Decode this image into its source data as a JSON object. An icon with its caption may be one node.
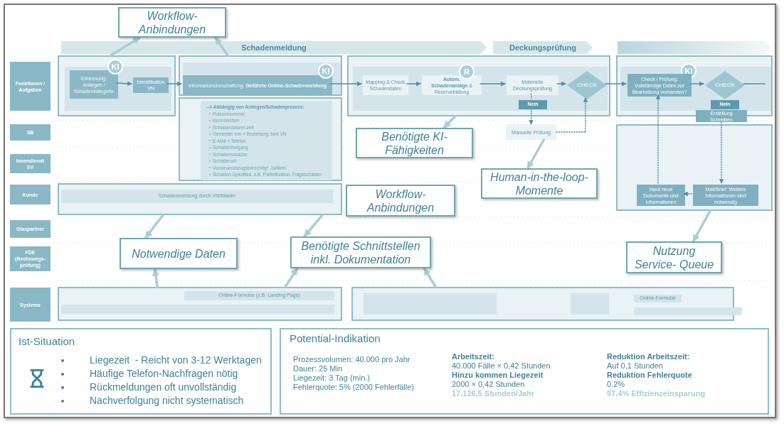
{
  "diagram": {
    "nodes": [
      {
        "text": [
          "Funktionen / Aufgaben"
        ]
      },
      {
        "text": [
          "SB"
        ]
      },
      {
        "text": [
          "Innendienst SV"
        ]
      },
      {
        "text": [
          "Kunde"
        ]
      },
      {
        "text": [
          "Glaspartner"
        ]
      },
      {
        "text": [
          "FDE (Rechnungs-prüfung)"
        ]
      },
      {
        "text": [
          "Systeme"
        ]
      },
      {
        "text": [
          "Schadenmeldung"
        ]
      },
      {
        "text": [
          "Deckungsprüfung"
        ]
      },
      {
        "text": [],
        "shape": "bar"
      },
      {
        "text": [],
        "shape": "box"
      },
      {
        "text": [
          "KI"
        ],
        "in": 10
      },
      {
        "text": [
          "Erkennung: Anliegen / Schadenkategorie"
        ],
        "in": 10
      },
      {
        "text": [
          "Identifikation VN"
        ],
        "in": 10
      },
      {
        "text": [],
        "shape": "box"
      },
      {
        "text": [
          "KI"
        ],
        "in": 14
      },
      {
        "text": [
          "Informationsbeschaffung: **Geführte Online-Schadenmeldung**"
        ],
        "in": 14
      },
      {
        "text": [],
        "shape": "box"
      },
      {
        "text": [
          "--> Abhängig von Anliegen/Schadenprozess:",
          "Policennummer",
          "Kennzeichen",
          "Schadendatum/-zeit",
          "Gemeldet von + Beziehung zum VN",
          "E-Mail + Telefon",
          "Schadenhergang",
          "Schadenursache",
          "Schadenort",
          "Vorsteuerabzugsberechtigt: Ja/Nein",
          "Schaden-Spezifika, z.B. Parksituation, Folgeschäden"
        ],
        "in": 17
      },
      {
        "text": [],
        "shape": "box"
      },
      {
        "text": [
          "R"
        ],
        "in": 19
      },
      {
        "text": [
          "Mapping & Check Schadendaten"
        ],
        "in": 19
      },
      {
        "text": [
          "**Autom. Schadenanlage** & Reservebildung"
        ],
        "in": 19
      },
      {
        "text": [
          "Materielle Deckungsprüfung"
        ],
        "in": 19
      },
      {
        "text": [
          "CHECK"
        ],
        "in": 19
      },
      {
        "text": [
          "Nein"
        ],
        "in": 19
      },
      {
        "text": [
          "Manuelle Prüfung"
        ]
      },
      {
        "text": [],
        "shape": "box"
      },
      {
        "text": [
          "KI"
        ],
        "in": 27
      },
      {
        "text": [
          "Check / Prüfung: Vollständige Daten zur Bearbeitung vorhanden?"
        ],
        "in": 27
      },
      {
        "text": [
          "CHECK"
        ],
        "in": 27
      },
      {
        "text": [
          "Nein"
        ],
        "in": 27
      },
      {
        "text": [
          "Erstellung Schreiben"
        ]
      },
      {
        "text": [],
        "shape": "box"
      },
      {
        "text": [
          "Input neue Dokumente und Informationen"
        ],
        "in": 33
      },
      {
        "text": [
          "Mail/Brief: Weitere Informationen sind notwendig"
        ],
        "in": 33
      },
      {
        "text": [],
        "shape": "box"
      },
      {
        "text": [
          "Schadenmeldung durch VN/Makler"
        ],
        "in": 36
      },
      {
        "text": [],
        "shape": "box"
      },
      {
        "text": [
          "Online-Formular (z.B. Landing Page)"
        ],
        "in": 38
      },
      {
        "text": [],
        "shape": "bar",
        "in": 38
      },
      {
        "text": [],
        "shape": "box"
      },
      {
        "text": [],
        "shape": "bar",
        "in": 41
      },
      {
        "text": [],
        "shape": "bar",
        "in": 41
      },
      {
        "text": [
          "Online-Formular"
        ],
        "in": 41
      },
      {
        "text": [],
        "shape": "bar",
        "in": 41
      },
      {
        "text": [
          "Workflow- Anbindungen"
        ]
      },
      {
        "text": [
          "Benötigte KI-Fähigkeiten"
        ]
      },
      {
        "text": [
          "Human-in-the-loop- Momente"
        ]
      },
      {
        "text": [
          "Workflow- Anbindungen"
        ]
      },
      {
        "text": [
          "Notwendige Daten"
        ]
      },
      {
        "text": [
          "Benötigte Schnittstellen inkl. Dokumentation"
        ]
      },
      {
        "text": [
          "Nutzung Service- Queue"
        ]
      },
      {
        "text": [
          "Ist-Situation",
          "Liegezeit  - Reicht von 3-12 Werktagen",
          "Häufige Telefon-Nachfragen nötig",
          "Rückmeldungen oft unvollständig",
          "Nachverfolgung nicht systematisch"
        ]
      },
      {
        "text": [
          "Potential-Indikation",
          "Prozessvolumen: 40.000 pro Jahr",
          "Dauer: 25 Min",
          "Liegezeit: 3 Tag (min.)",
          "Fehlerquote: 5% (2000 Fehlerfälle)",
          "Arbeitszeit:",
          "40.000 Fälle × 0,42 Stunden",
          "Hinzu kommen Liegezeit",
          "2000 × 0,42 Stunden",
          "17.126,5 Stunden/Jahr",
          "Reduktion Arbeitszeit:",
          "Auf 0,1 Stunden",
          "Reduktion Fehlerquote",
          "0.2%",
          "97.4% Effizienzeinsparung"
        ]
      }
    ],
    "edges": [
      {
        "from": 12,
        "to": 13,
        "arrow": "to"
      },
      {
        "from": 13,
        "to": 16,
        "arrow": "to"
      },
      {
        "from": 16,
        "to": 21,
        "arrow": "to"
      },
      {
        "from": 21,
        "to": 22,
        "arrow": "to"
      },
      {
        "from": 22,
        "to": 23,
        "arrow": "to"
      },
      {
        "from": 23,
        "to": 24,
        "arrow": "to"
      },
      {
        "from": 24,
        "to": 29,
        "arrow": "to"
      },
      {
        "from": 29,
        "to": 30,
        "arrow": "to"
      },
      {
        "from": 30,
        "to": null,
        "arrow": "none"
      },
      {
        "from": 23,
        "to": 25,
        "arrow": "none",
        "style": "dashed"
      },
      {
        "from": 25,
        "to": 26,
        "arrow": "to",
        "style": "dashed"
      },
      {
        "from": 26,
        "to": 24,
        "arrow": "to",
        "style": "dashed"
      },
      {
        "from": 32,
        "to": 35,
        "arrow": "to",
        "style": "dashed"
      },
      {
        "from": 35,
        "to": 34,
        "arrow": "to",
        "style": "dashed"
      },
      {
        "from": 34,
        "to": 29,
        "arrow": "to",
        "style": "dashed"
      },
      {
        "from": 10,
        "to": 46,
        "arrow": "to",
        "style": "thick",
        "color": "#a9cdd6"
      },
      {
        "from": 14,
        "to": 46,
        "arrow": "to",
        "style": "thick",
        "color": "#a9cdd6"
      },
      {
        "from": 19,
        "to": 47,
        "arrow": "to",
        "style": "thick",
        "color": "#a9cdd6"
      },
      {
        "from": 26,
        "to": 48,
        "arrow": "to",
        "style": "thick",
        "color": "#a9cdd6"
      },
      {
        "from": 36,
        "to": 50,
        "arrow": "to",
        "style": "thick",
        "color": "#a9cdd6"
      },
      {
        "from": 36,
        "to": 51,
        "arrow": "to",
        "style": "thick",
        "color": "#a9cdd6"
      },
      {
        "from": 38,
        "to": 50,
        "arrow": "to",
        "style": "thick",
        "color": "#a9cdd6"
      },
      {
        "from": 38,
        "to": 51,
        "arrow": "to",
        "style": "thick",
        "color": "#a9cdd6"
      },
      {
        "from": 41,
        "to": 51,
        "arrow": "to",
        "style": "thick",
        "color": "#a9cdd6"
      },
      {
        "from": 33,
        "to": 52,
        "arrow": "to",
        "style": "thick",
        "color": "#a9cdd6"
      }
    ]
  }
}
